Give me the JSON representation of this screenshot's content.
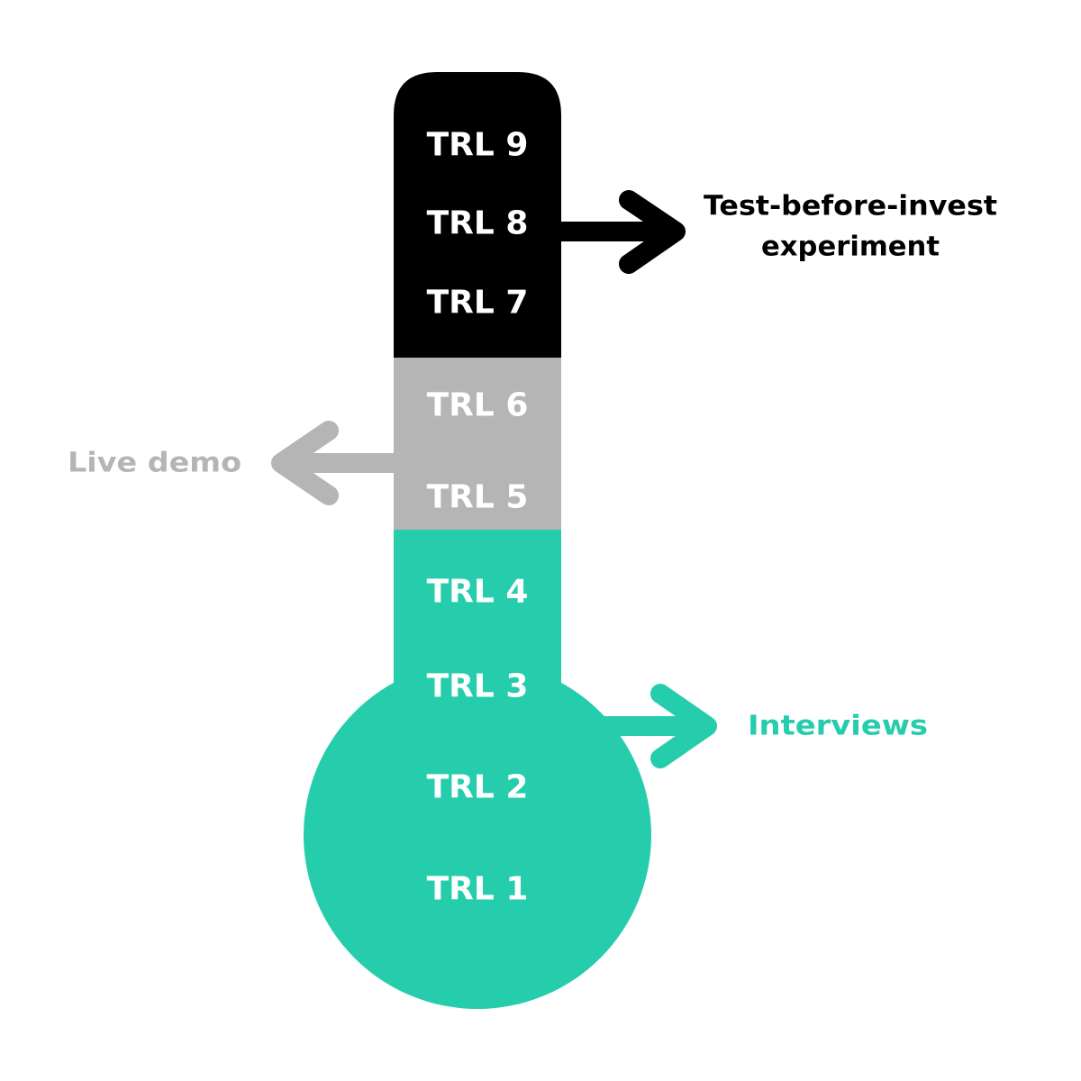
{
  "colors": {
    "black": "#000000",
    "gray": "#B5B5B5",
    "teal": "#26CDAD",
    "text_light": "#FFFFFF"
  },
  "levels": {
    "trl9": "TRL 9",
    "trl8": "TRL 8",
    "trl7": "TRL 7",
    "trl6": "TRL 6",
    "trl5": "TRL 5",
    "trl4": "TRL 4",
    "trl3": "TRL 3",
    "trl2": "TRL 2",
    "trl1": "TRL 1"
  },
  "annotations": {
    "top_line1": "Test-before-invest",
    "top_line2": "experiment",
    "middle": "Live demo",
    "bottom": "Interviews"
  }
}
